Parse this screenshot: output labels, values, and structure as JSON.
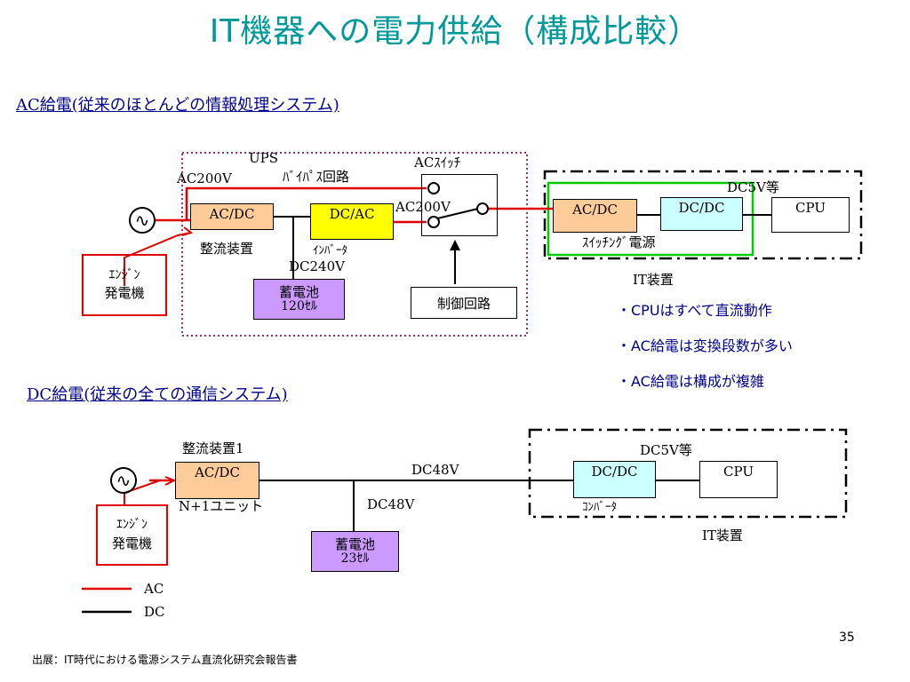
{
  "title": "IT機器への電力供給（構成比較）",
  "ac_section": {
    "heading": "AC給電(従来のほとんどの情報処理システム)",
    "ups_label": "UPS",
    "ac200v_in": "AC200V",
    "bypass_label": "ﾊﾞｲﾊﾟｽ回路",
    "ac_switch_label": "ACｽｲｯﾁ",
    "ac200v_out": "AC200V",
    "acdc_box": "AC/DC",
    "rectifier_label": "整流装置",
    "dcac_box": "DC/AC",
    "inverter_label": "ｲﾝﾊﾞｰﾀ",
    "dc240v_label": "DC240V",
    "battery_line1": "蓄電池",
    "battery_line2": "120ｾﾙ",
    "control_box": "制御回路",
    "generator_line1": "ｴﾝｼﾞﾝ",
    "generator_line2": "発電機",
    "it_acdc_box": "AC/DC",
    "it_dcdc_box": "DC/DC",
    "it_cpu_box": "CPU",
    "dc5v_label": "DC5V等",
    "switching_label": "ｽｲｯﾁﾝｸﾞ電源",
    "it_device_label": "IT装置"
  },
  "bullets": [
    "・CPUはすべて直流動作",
    "・AC給電は変換段数が多い",
    "・AC給電は構成が複雑"
  ],
  "dc_section": {
    "heading": "DC給電(従来の全ての通信システム)",
    "rectifier1_label": "整流装置1",
    "acdc_box": "AC/DC",
    "n1_label": "N+1ユニット",
    "dc48v_top": "DC48V",
    "dc48v_mid": "DC48V",
    "battery_line1": "蓄電池",
    "battery_line2": "23ｾﾙ",
    "generator_line1": "ｴﾝｼﾞﾝ",
    "generator_line2": "発電機",
    "dcdc_box": "DC/DC",
    "converter_label": "ｺﾝﾊﾞｰﾀ",
    "cpu_box": "CPU",
    "dc5v_label": "DC5V等",
    "it_device_label": "IT装置"
  },
  "legend": {
    "ac": "AC",
    "dc": "DC",
    "ac_color": "#e00000",
    "dc_color": "#000000"
  },
  "colors": {
    "title": "#009999",
    "heading": "#00008b",
    "yellow_box": "#ffff00",
    "battery": "#cc99ff",
    "cyan_box": "#ccffff",
    "peach_box": "#ffcc99",
    "ups_border": "#993366",
    "green_box": "#00cc00"
  },
  "source": "出展：IT時代における電源システム直流化研究会報告書",
  "page_number": "35"
}
